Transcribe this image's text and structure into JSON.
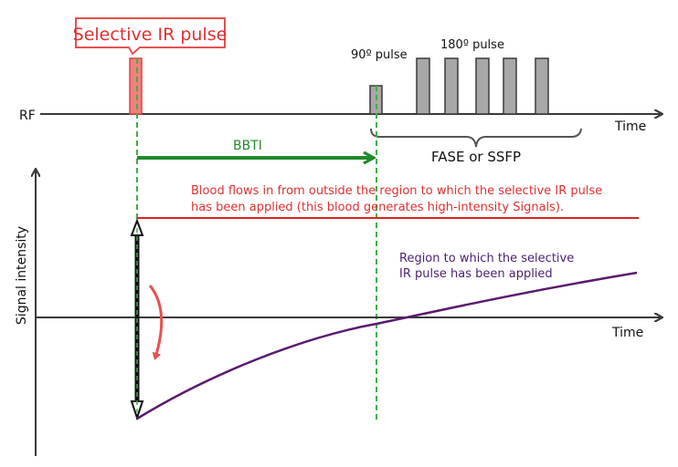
{
  "title_box": {
    "label": "Selective IR pulse"
  },
  "rf_axis": {
    "label": "RF",
    "time_label": "Time"
  },
  "pulses": {
    "ninety_label": "90º pulse",
    "one_eighty_label": "180º pulse",
    "one_eighty_count": 5
  },
  "sequence": {
    "label": "FASE or SSFP"
  },
  "bbti": {
    "label": "BBTI"
  },
  "signal_axis": {
    "y_label": "Signal intensity",
    "time_label": "Time"
  },
  "annotations": {
    "inflow_line1": "Blood flows in from outside the region to which the selective IR pulse",
    "inflow_line2": "has been applied  (this blood generates high-intensity Signals).",
    "region_line1": "Region to which the selective",
    "region_line2": "IR pulse has been applied"
  },
  "colors": {
    "red_label": "#e03030",
    "red_line": "#e02020",
    "green": "#218a2a",
    "purple": "#5a1a6e",
    "purple_text": "#4b1f73",
    "axis": "#3a3a3a",
    "pulse_fill": "#a8a8a8",
    "ir_pulse_fill": "#f08080"
  }
}
